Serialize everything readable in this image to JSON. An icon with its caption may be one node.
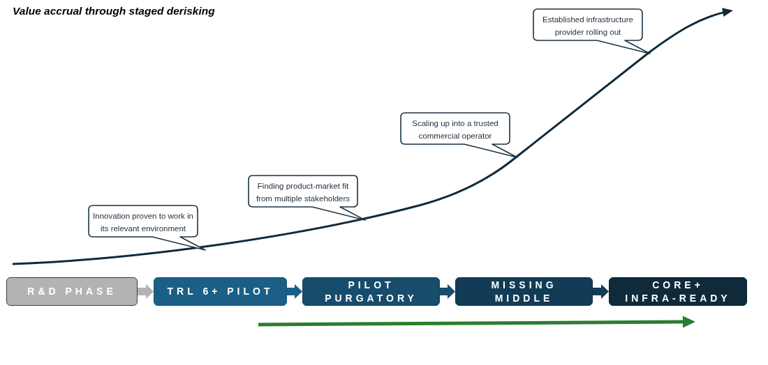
{
  "diagram": {
    "title": "Value accrual through staged derisking",
    "nodes": [
      {
        "text": [
          "Innovation proven to work in its relevant environment"
        ]
      },
      {
        "text": [
          "Finding product-market fit from multiple stakeholders"
        ]
      },
      {
        "text": [
          "Scaling up into a trusted commercial operator"
        ]
      },
      {
        "text": [
          "Established infrastructure provider rolling out"
        ]
      },
      {
        "text": [
          "R&D PHASE"
        ]
      },
      {
        "text": [
          "TRL 6+ PILOT"
        ]
      },
      {
        "text": [
          "PILOT PURGATORY"
        ]
      },
      {
        "text": [
          "MISSING MIDDLE"
        ]
      },
      {
        "text": [
          "CORE+ INFRA-READY"
        ]
      }
    ],
    "edges": [
      {
        "from": 4,
        "to": 5,
        "arrow": "to",
        "color": "#b3b3b3"
      },
      {
        "from": 5,
        "to": 6,
        "arrow": "to",
        "color": "#1b5f86"
      },
      {
        "from": 6,
        "to": 7,
        "arrow": "to",
        "color": "#174c6c"
      },
      {
        "from": 7,
        "to": 8,
        "arrow": "to",
        "color": "#123b55"
      }
    ]
  }
}
